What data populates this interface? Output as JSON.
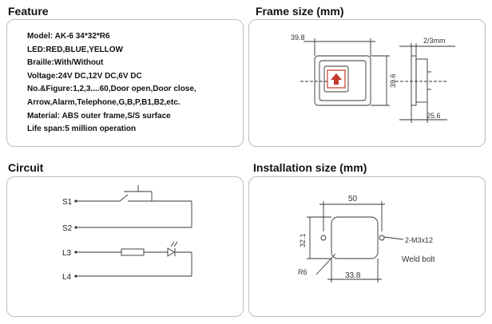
{
  "sections": {
    "feature": "Feature",
    "frame_size": "Frame size (mm)",
    "circuit": "Circuit",
    "installation_size": "Installation size (mm)"
  },
  "feature": {
    "lines": [
      "Model: AK-6  34*32*R6",
      "LED:RED,BLUE,YELLOW",
      "Braille:With/Without",
      "Voltage:24V DC,12V DC,6V DC",
      "No.&Figure:1,2,3....60,Door open,Door close,",
      "Arrow,Alarm,Telephone,G,B,P,B1,B2,etc.",
      "Material: ABS outer frame,S/S surface",
      "Life span:5 million operation"
    ]
  },
  "frame": {
    "width": "39.8",
    "height": "39.6",
    "depth": "2/3mm",
    "depth2": "25.6"
  },
  "circuit": {
    "s1": "S1",
    "s2": "S2",
    "l3": "L3",
    "l4": "L4"
  },
  "install": {
    "w": "50",
    "h": "32.1",
    "bolt": "2-M3x12",
    "weld": "Weld bolt",
    "r": "R6",
    "bw": "33.8"
  },
  "colors": {
    "arrow": "#c0392b",
    "panel_border": "#bdbdbd"
  }
}
